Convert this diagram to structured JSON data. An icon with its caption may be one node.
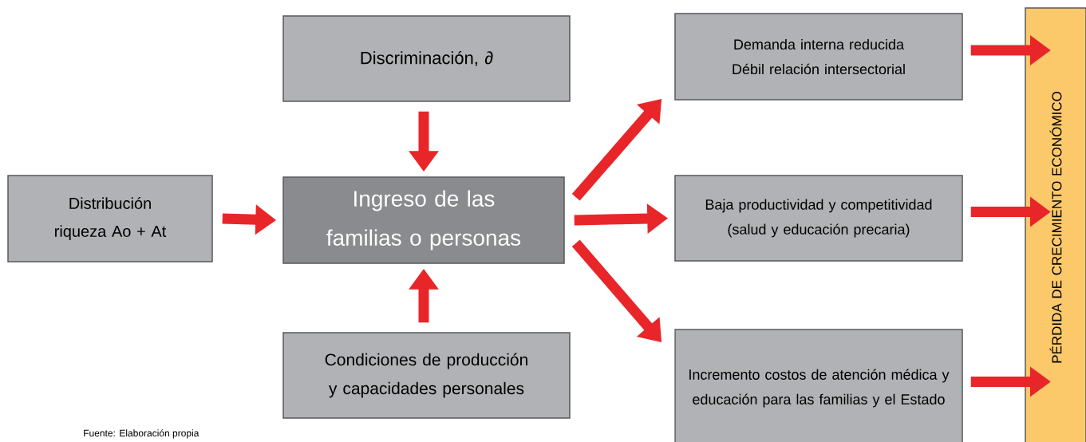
{
  "diagram": {
    "nodes": [
      {
        "text": [
          "Discriminación, ∂"
        ]
      },
      {
        "text": [
          "Distribución riqueza Ao + At"
        ]
      },
      {
        "text": [
          "Ingreso de las familias o personas"
        ]
      },
      {
        "text": [
          "Condiciones de producción y capacidades personales"
        ]
      },
      {
        "text": [
          "Demanda interna reducida Débil relación intersectorial"
        ]
      },
      {
        "text": [
          "Baja productividad y competitividad (salud y educación precaria)"
        ]
      },
      {
        "text": [
          "Incremento costos de atención médica y educación para las familias y el Estado"
        ]
      },
      {
        "text": [
          "PÉRDIDA DE CRECIMIENTO ECONÓMICO"
        ]
      }
    ],
    "edges": [
      {
        "from": 0,
        "to": 2,
        "arrow": "to"
      },
      {
        "from": 1,
        "to": 2,
        "arrow": "to"
      },
      {
        "from": 3,
        "to": 2,
        "arrow": "to"
      },
      {
        "from": 2,
        "to": 4,
        "arrow": "to"
      },
      {
        "from": 2,
        "to": 5,
        "arrow": "to"
      },
      {
        "from": 2,
        "to": 6,
        "arrow": "to"
      },
      {
        "from": 4,
        "to": 7,
        "arrow": "to"
      },
      {
        "from": 5,
        "to": 7,
        "arrow": "to"
      },
      {
        "from": 6,
        "to": 7,
        "arrow": "to"
      }
    ],
    "labels": [
      "Fuente: Elaboración propia"
    ]
  }
}
